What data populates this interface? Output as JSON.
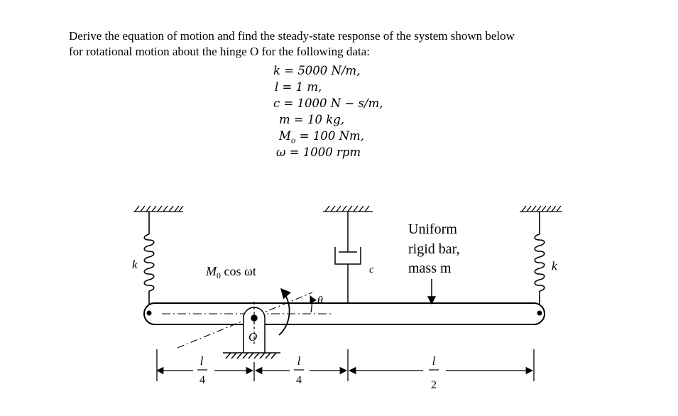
{
  "problem": {
    "line1": "Derive the equation of motion and find the steady-state response of the system shown below",
    "line2": "for rotational motion about the hinge O for the following data:"
  },
  "data": {
    "k": "k = 5000  N/m,",
    "l": "l = 1 m,",
    "c": "c = 1000  N − s/m,",
    "m": "m = 10 kg,",
    "M0": "M",
    "M0_sub": "o",
    "M0_rest": " = 100 Nm,",
    "omega": "ω = 1000 rpm"
  },
  "figure": {
    "spring_left_label": "k",
    "spring_right_label": "k",
    "damper_label": "c",
    "moment_label": "M",
    "moment_sub": "0",
    "moment_rest": " cos ωt",
    "theta_label": "θ",
    "hinge_label": "O",
    "bar_label_1": "Uniform",
    "bar_label_2": "rigid bar,",
    "bar_label_3": "mass m",
    "dim1_num": "l",
    "dim1_den": "4",
    "dim2_num": "l",
    "dim2_den": "4",
    "dim3_num": "l",
    "dim3_den": "2"
  }
}
